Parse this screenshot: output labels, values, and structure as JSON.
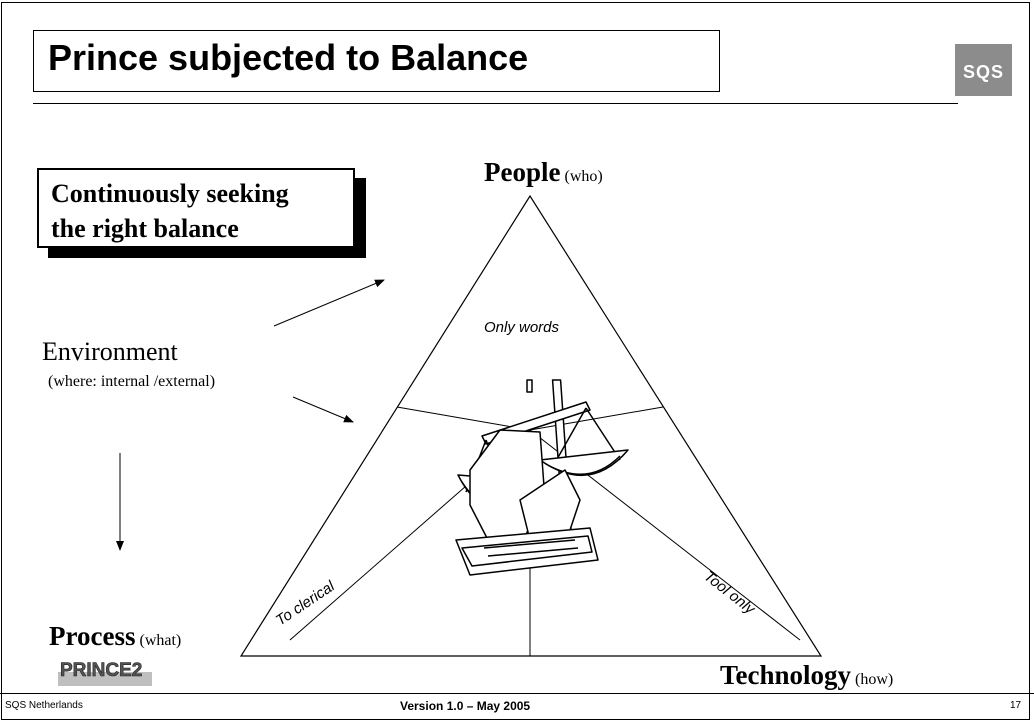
{
  "title": "Prince subjected to Balance",
  "logo": {
    "text": "SQS",
    "color": "#8c8c8c"
  },
  "callout": {
    "line1": "Continuously seeking",
    "line2": "the right balance"
  },
  "environment": {
    "label": "Environment",
    "sub": "(where: internal /external)"
  },
  "vertices": {
    "people": {
      "label": "People",
      "sub": "(who)"
    },
    "process": {
      "label": "Process",
      "sub": "(what)"
    },
    "technology": {
      "label": "Technology",
      "sub": "(how)"
    }
  },
  "edge_labels": {
    "top": "Only words",
    "left": "To clerical",
    "right": "Tool only"
  },
  "prince_logo": {
    "text": "PRINCE2"
  },
  "footer": {
    "left": "SQS Netherlands",
    "center": "Version 1.0 – May 2005",
    "page": "17"
  }
}
